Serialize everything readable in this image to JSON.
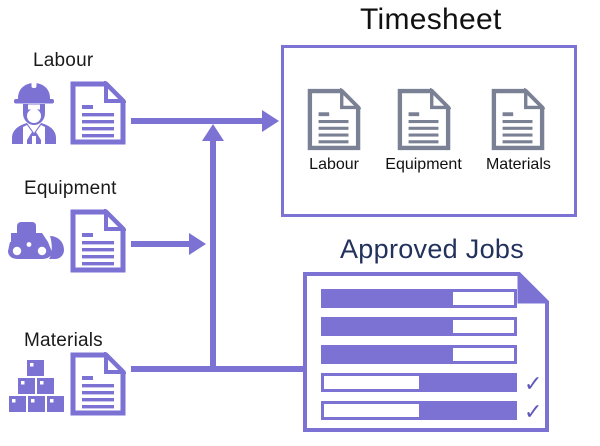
{
  "diagram": {
    "background_color": "#ffffff",
    "accent_color": "#7b72d4",
    "gray_color": "#7b8194",
    "navy_color": "#22325c",
    "text_color": "#111111"
  },
  "sources": [
    {
      "label": "Labour",
      "icon": "construction-worker-icon",
      "document_icon": "document-icon",
      "connector": "arrow-right"
    },
    {
      "label": "Equipment",
      "icon": "bulldozer-icon",
      "document_icon": "document-icon",
      "connector": "arrow-right"
    },
    {
      "label": "Materials",
      "icon": "stacked-boxes-icon",
      "document_icon": "document-icon",
      "connector": "line-right"
    }
  ],
  "timesheet": {
    "title": "Timesheet",
    "border_color": "#7b72d4",
    "items": [
      {
        "label": "Labour",
        "icon": "document-icon"
      },
      {
        "label": "Equipment",
        "icon": "document-icon"
      },
      {
        "label": "Materials",
        "icon": "document-icon"
      }
    ]
  },
  "approved_jobs": {
    "title": "Approved Jobs",
    "border_color": "#7b72d4",
    "folded_corner": true,
    "rows": [
      {
        "fill_percent": 68,
        "check_position": "inside",
        "check_glyph": "✓"
      },
      {
        "fill_percent": 68,
        "check_position": "inside",
        "check_glyph": "✓"
      },
      {
        "fill_percent": 68,
        "check_position": "inside",
        "check_glyph": "✓"
      },
      {
        "fill_percent": 50,
        "check_position": "outside",
        "check_glyph": "✓"
      },
      {
        "fill_percent": 50,
        "check_position": "outside",
        "check_glyph": "✓"
      }
    ]
  },
  "connectors": {
    "labour_to_timesheet": "arrow-right",
    "equipment_to_trunk": "arrow-right",
    "trunk_up": "arrow-up",
    "materials_to_jobs": "line-right"
  }
}
